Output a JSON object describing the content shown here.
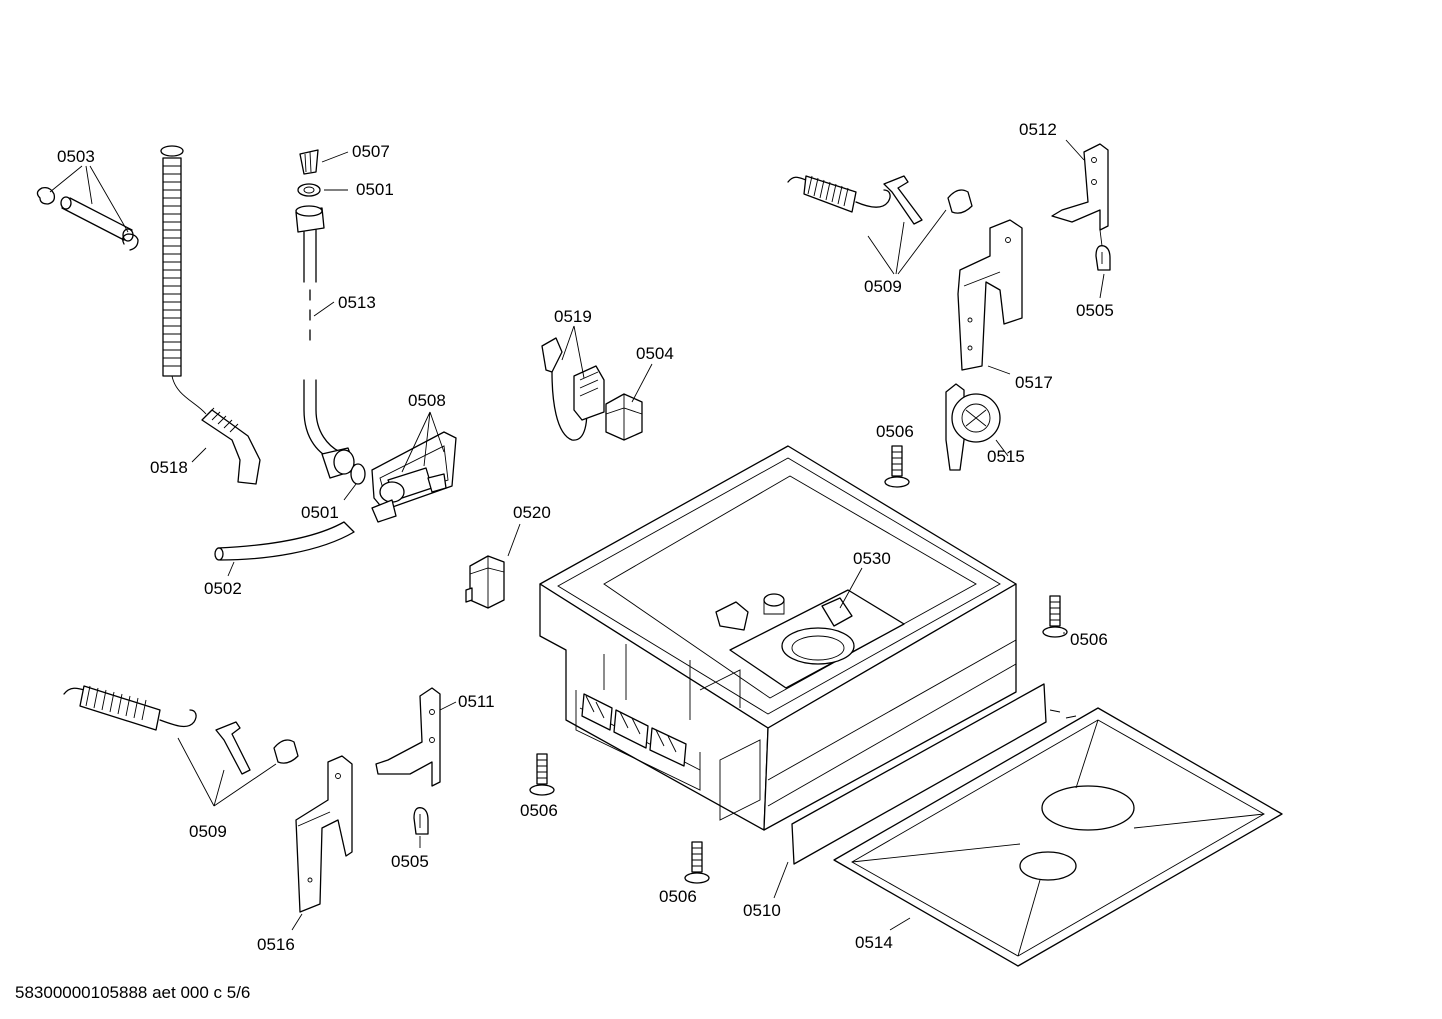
{
  "labels": {
    "l0503": "0503",
    "l0507": "0507",
    "l0501a": "0501",
    "l0513": "0513",
    "l0518": "0518",
    "l0508": "0508",
    "l0501b": "0501",
    "l0502": "0502",
    "l0519": "0519",
    "l0504": "0504",
    "l0520": "0520",
    "l0509a": "0509",
    "l0512": "0512",
    "l0505a": "0505",
    "l0517": "0517",
    "l0506a": "0506",
    "l0515": "0515",
    "l0530": "0530",
    "l0506b": "0506",
    "l0511": "0511",
    "l0509b": "0509",
    "l0505b": "0505",
    "l0506c": "0506",
    "l0506d": "0506",
    "l0510": "0510",
    "l0514": "0514",
    "l0516": "0516"
  },
  "footer": "58300000105888 aet 000 c 5/6"
}
